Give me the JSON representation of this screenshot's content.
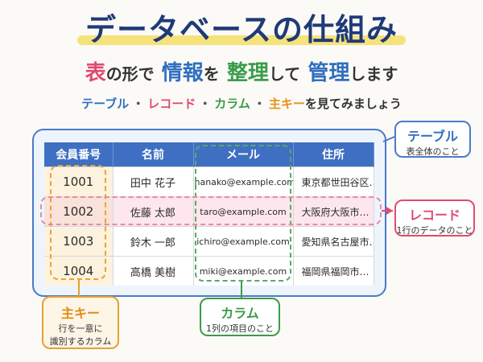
{
  "title": "データベースの仕組み",
  "subtitle": {
    "p1": "表",
    "p2": "の形で",
    "p3": "情報",
    "p4": "を",
    "p5": "整理",
    "p6": "して",
    "p7": "管理",
    "p8": "します"
  },
  "hint": {
    "table": "テーブル",
    "record": "レコード",
    "column": "カラム",
    "pk": "主キー",
    "dot": "・",
    "suffix": "を見てみましょう"
  },
  "table": {
    "headers": [
      "会員番号",
      "名前",
      "メール",
      "住所"
    ],
    "rows": [
      {
        "id": "1001",
        "name": "田中 花子",
        "email": "hanako@example.com",
        "address": "東京都世田谷区…"
      },
      {
        "id": "1002",
        "name": "佐藤 太郎",
        "email": "taro@example.com",
        "address": "大阪府大阪市…"
      },
      {
        "id": "1003",
        "name": "鈴木 一郎",
        "email": "ichiro@example.com",
        "address": "愛知県名古屋市…"
      },
      {
        "id": "1004",
        "name": "高橋 美樹",
        "email": "miki@example.com",
        "address": "福岡県福岡市…"
      }
    ]
  },
  "callouts": {
    "table": {
      "title": "テーブル",
      "desc": "表全体のこと"
    },
    "record": {
      "title": "レコード",
      "desc": "1行のデータのこと"
    },
    "pk": {
      "title": "主キー",
      "desc1": "行を一意に",
      "desc2": "識別するカラム"
    },
    "column": {
      "title": "カラム",
      "desc": "1列の項目のこと"
    }
  },
  "colors": {
    "table": "#2f6fc0",
    "record": "#e04a73",
    "column": "#3b9b4a",
    "pk": "#e39316"
  }
}
